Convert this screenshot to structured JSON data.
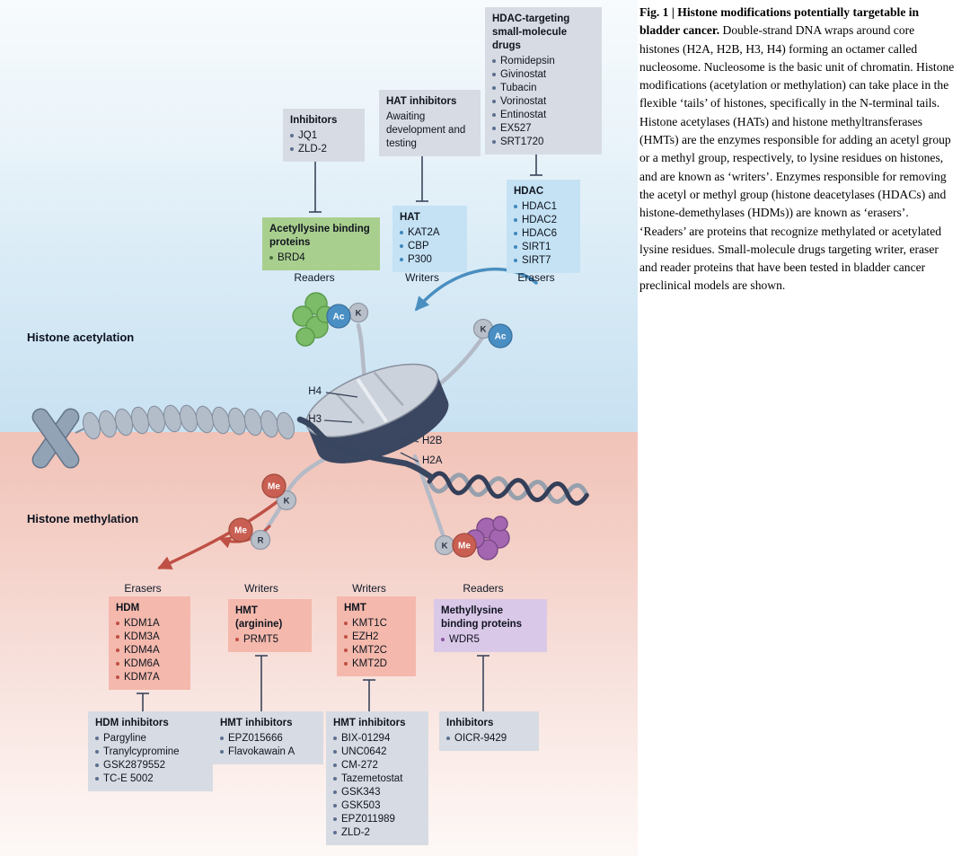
{
  "palette": {
    "acetylation_bg": "#c8e1f1",
    "methylation_bg": "#f1c3b8",
    "gray_box": "#d7dbe3",
    "green_box": "#a9cf8e",
    "blue_box": "#c4e2f4",
    "pink_box": "#f4b9ac",
    "purple_box": "#dac8e8",
    "ac_circle": "#4a8fc4",
    "me_circle": "#c95f52",
    "residue_circle": "#b9bfc9",
    "blue_arrow": "#4a8fc0",
    "red_arrow": "#bf5045",
    "nucleosome_dark": "#3b4660",
    "nucleosome_light": "#ccd2db"
  },
  "section_labels": {
    "acetylation": "Histone acetylation",
    "methylation": "Histone methylation"
  },
  "histone_labels": [
    "H4",
    "H3",
    "H2B",
    "H2A"
  ],
  "marks": {
    "ac": "Ac",
    "me": "Me",
    "k": "K",
    "r": "R"
  },
  "top": {
    "hdac_drugs": {
      "title": "HDAC-targeting small-molecule drugs",
      "items": [
        "Romidepsin",
        "Givinostat",
        "Tubacin",
        "Vorinostat",
        "Entinostat",
        "EX527",
        "SRT1720"
      ]
    },
    "hat_inhibitors": {
      "title": "HAT inhibitors",
      "note": "Awaiting development and testing"
    },
    "inhibitors_jq1": {
      "title": "Inhibitors",
      "items": [
        "JQ1",
        "ZLD-2"
      ]
    },
    "acetyllysine": {
      "title": "Acetyllysine binding proteins",
      "items": [
        "BRD4"
      ],
      "role": "Readers"
    },
    "hat": {
      "title": "HAT",
      "items": [
        "KAT2A",
        "CBP",
        "P300"
      ],
      "role": "Writers"
    },
    "hdac": {
      "title": "HDAC",
      "items": [
        "HDAC1",
        "HDAC2",
        "HDAC6",
        "SIRT1",
        "SIRT7"
      ],
      "role": "Erasers"
    }
  },
  "bottom": {
    "hdm": {
      "role": "Erasers",
      "title": "HDM",
      "items": [
        "KDM1A",
        "KDM3A",
        "KDM4A",
        "KDM6A",
        "KDM7A"
      ]
    },
    "hmt_arginine": {
      "role": "Writers",
      "title": "HMT (arginine)",
      "items": [
        "PRMT5"
      ]
    },
    "hmt": {
      "role": "Writers",
      "title": "HMT",
      "items": [
        "KMT1C",
        "EZH2",
        "KMT2C",
        "KMT2D"
      ]
    },
    "methyllysine": {
      "role": "Readers",
      "title": "Methyllysine binding proteins",
      "items": [
        "WDR5"
      ]
    },
    "hdm_inhibitors": {
      "title": "HDM inhibitors",
      "items": [
        "Pargyline",
        "Tranylcypromine",
        "GSK2879552",
        "TC-E 5002"
      ]
    },
    "hmt_inhibitors_1": {
      "title": "HMT inhibitors",
      "items": [
        "EPZ015666",
        "Flavokawain A"
      ]
    },
    "hmt_inhibitors_2": {
      "title": "HMT inhibitors",
      "items": [
        "BIX-01294",
        "UNC0642",
        "CM-272",
        "Tazemetostat",
        "GSK343",
        "GSK503",
        "EPZ011989",
        "ZLD-2"
      ]
    },
    "inhibitors_oicr": {
      "title": "Inhibitors",
      "items": [
        "OICR-9429"
      ]
    }
  },
  "caption": {
    "bold": "Fig. 1 | Histone modifications potentially targetable in bladder cancer.",
    "text": " Double-strand DNA wraps around core histones (H2A, H2B, H3, H4) forming an octamer called nucleosome. Nucleosome is the basic unit of chromatin. Histone modifications (acetylation or methylation) can take place in the flexible ‘tails’ of histones, specifically in the N-terminal tails. Histone acetylases (HATs) and histone methyltransferases (HMTs) are the enzymes responsible for adding an acetyl group or a methyl group, respectively, to lysine residues on histones, and are known as ‘writers’. Enzymes responsible for removing the acetyl or methyl group (histone deacetylases (HDACs) and histone-demethylases (HDMs)) are known as ‘erasers’. ‘Readers’ are proteins that recognize methylated or acetylated lysine residues. Small-molecule drugs targeting writer, eraser and reader proteins that have been tested in bladder cancer preclinical models are shown."
  }
}
